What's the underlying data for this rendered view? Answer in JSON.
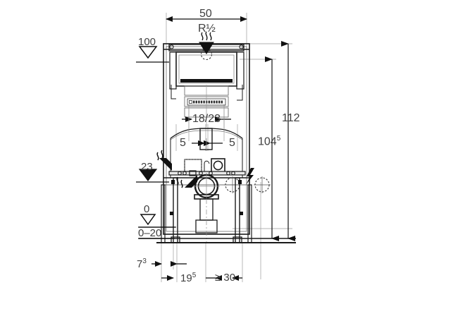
{
  "drawing": {
    "title": "Geberit Duofix installation element - dimensioned elevation",
    "units": "cm",
    "background_color": "#ffffff",
    "line_color": "#1a1a1a",
    "thin_line_color": "#8c8c8c",
    "text_color": "#404040"
  },
  "dimensions": {
    "top_width": "50",
    "water_connection": "R½",
    "level_100": "100",
    "flush_pipe_offset": "18/23",
    "left_offset": "5",
    "right_offset": "5",
    "height_total": "112",
    "height_inner": "104",
    "height_inner_sup": "5",
    "level_23": "23",
    "level_0": "0",
    "floor_tolerance": "0–20",
    "wall_offset": "7",
    "wall_offset_sup": "3",
    "bottom_left": "19",
    "bottom_left_sup": "5",
    "bottom_right": "≥ 30"
  },
  "markers": {
    "level_100_type": "open-triangle",
    "level_23_type": "filled-triangle",
    "level_0_type": "open-triangle",
    "water_inlet_type": "filled-triangle-with-flow"
  },
  "symbols": {
    "flow_arrow": "flow-arrow-icon",
    "electrical": "lightning-bolt-icon",
    "brand_plate": "geberit-logo-plate"
  }
}
